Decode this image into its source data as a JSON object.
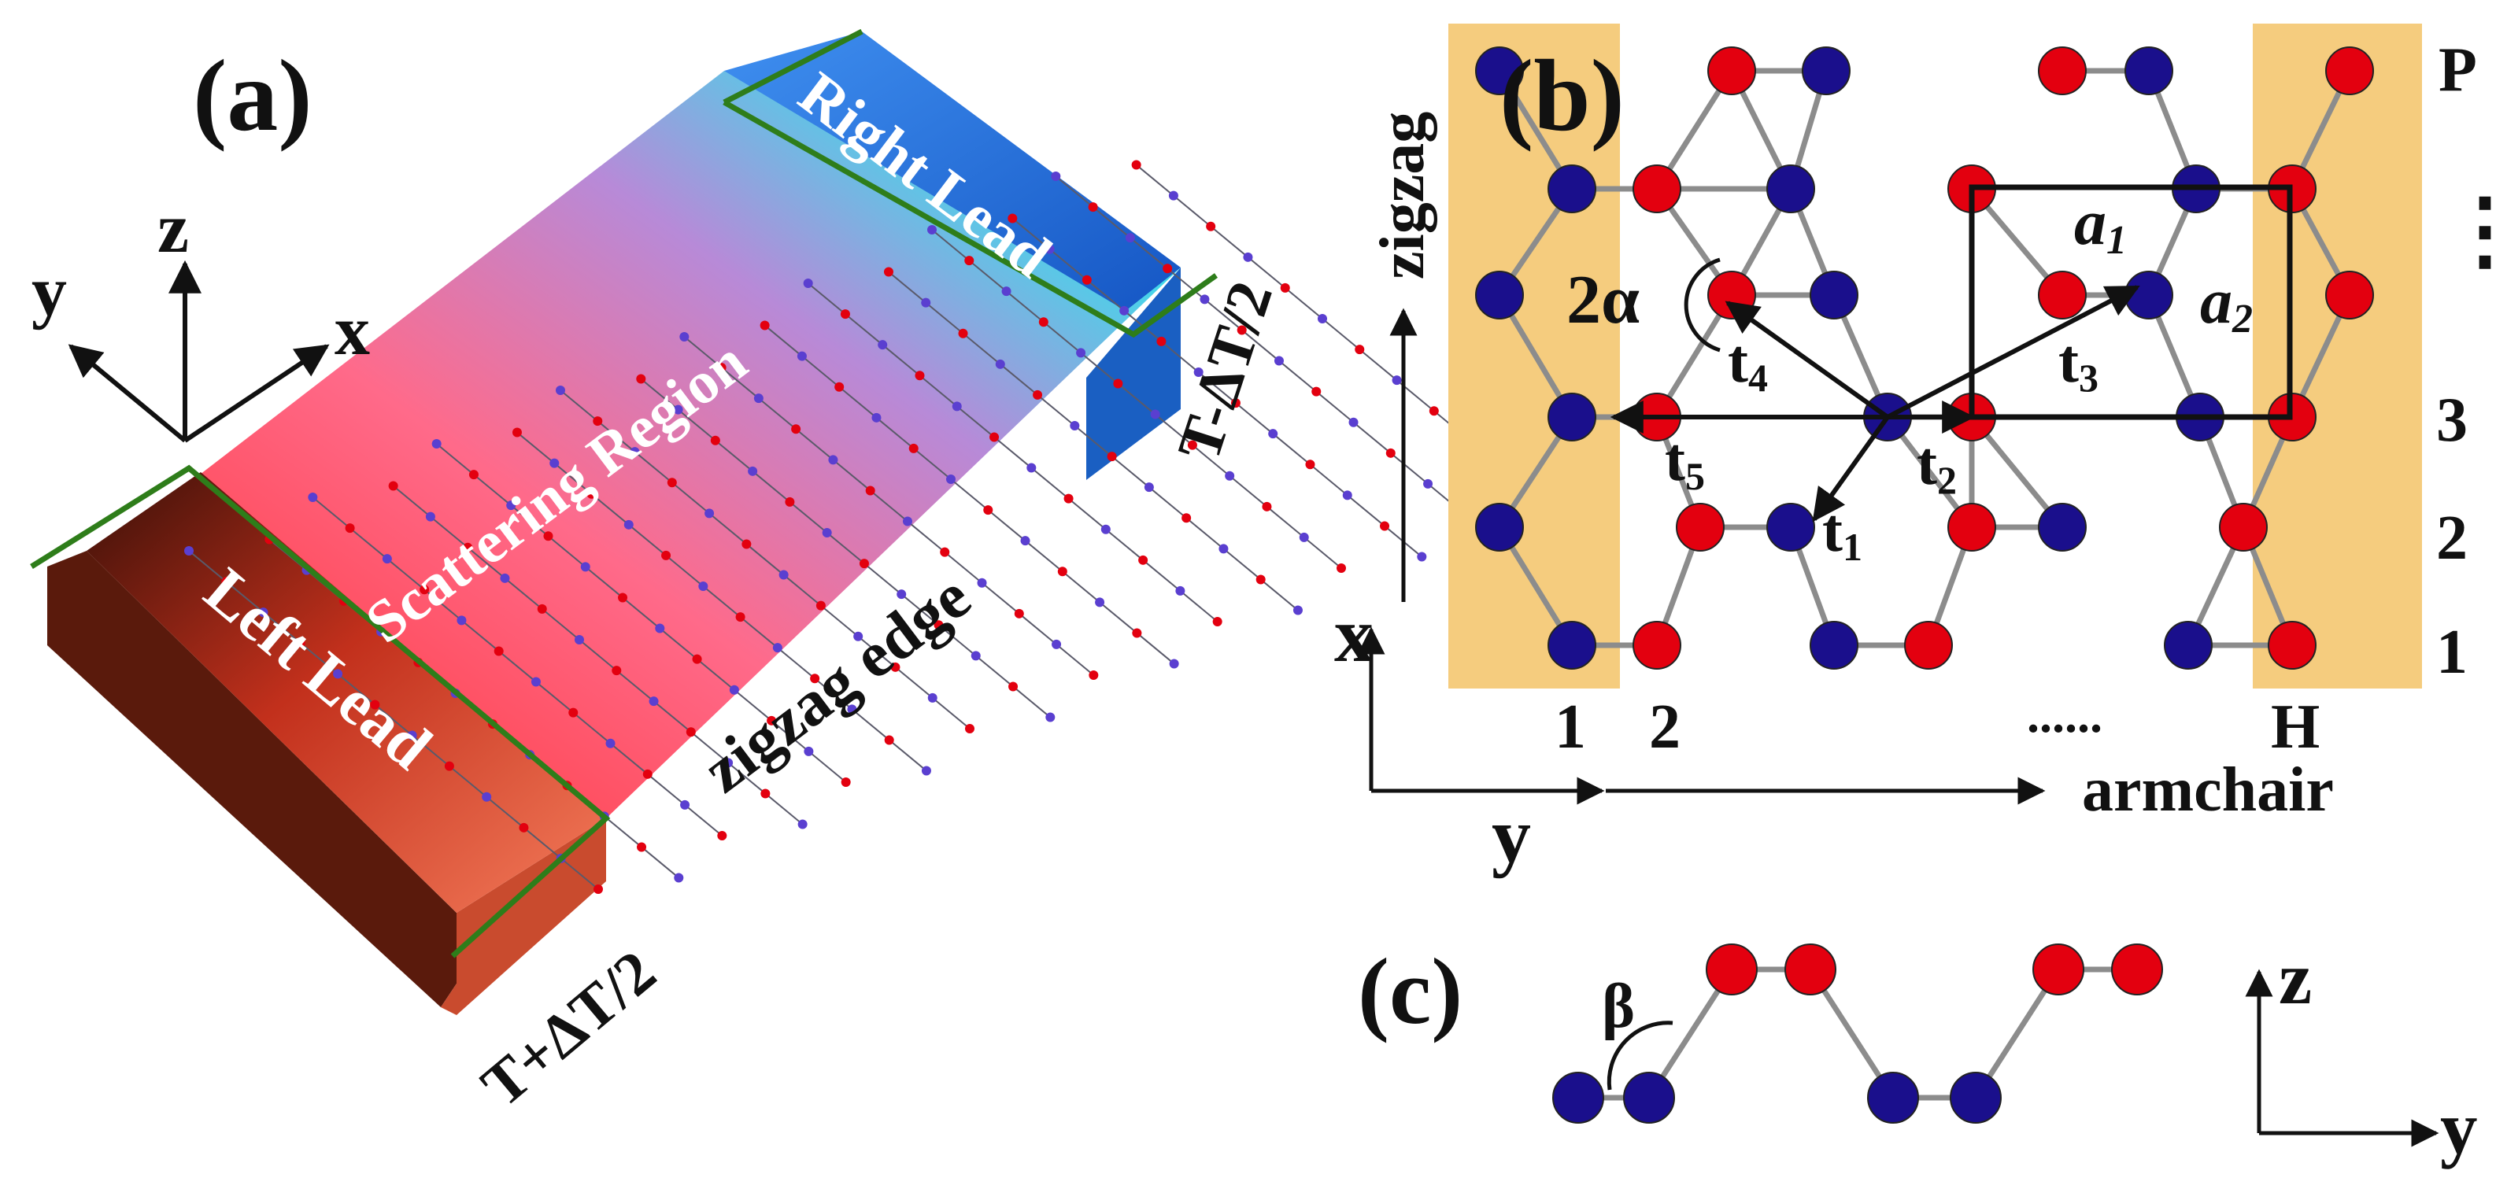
{
  "colors": {
    "atom_red": "#e3000f",
    "atom_blue": "#1a0f8c",
    "bond": "#8c8c8c",
    "highlight": "#f5cc7e",
    "edge_line": "#2e7d1a",
    "arrow": "#111111"
  },
  "panel_a": {
    "label": "(a)",
    "axes": {
      "x": "x",
      "y": "y",
      "z": "z"
    },
    "regions": {
      "right_lead": "Right Lead",
      "scattering": "Scattering Region",
      "left_lead": "Left Lead"
    },
    "edge_label": "zigzag edge",
    "temp_right": "T-ΔT/2",
    "temp_left": "T+ΔT/2"
  },
  "panel_b": {
    "label": "(b)",
    "zigzag_axis": "zigzag",
    "armchair_axis": "armchair",
    "axis_x": "x",
    "axis_y": "y",
    "alpha": "2α",
    "lattice_vectors": {
      "a1": "a",
      "a1_sub": "1",
      "a2": "a",
      "a2_sub": "2"
    },
    "hoppings": [
      {
        "base": "t",
        "sub": "1"
      },
      {
        "base": "t",
        "sub": "2"
      },
      {
        "base": "t",
        "sub": "3"
      },
      {
        "base": "t",
        "sub": "4"
      },
      {
        "base": "t",
        "sub": "5"
      }
    ],
    "row_labels": [
      "1",
      "2",
      "3",
      "⋮",
      "P"
    ],
    "col_labels": [
      "1",
      "2",
      "......",
      "H"
    ]
  },
  "panel_c": {
    "label": "(c)",
    "beta": "β",
    "axis_z": "z",
    "axis_y": "y"
  }
}
